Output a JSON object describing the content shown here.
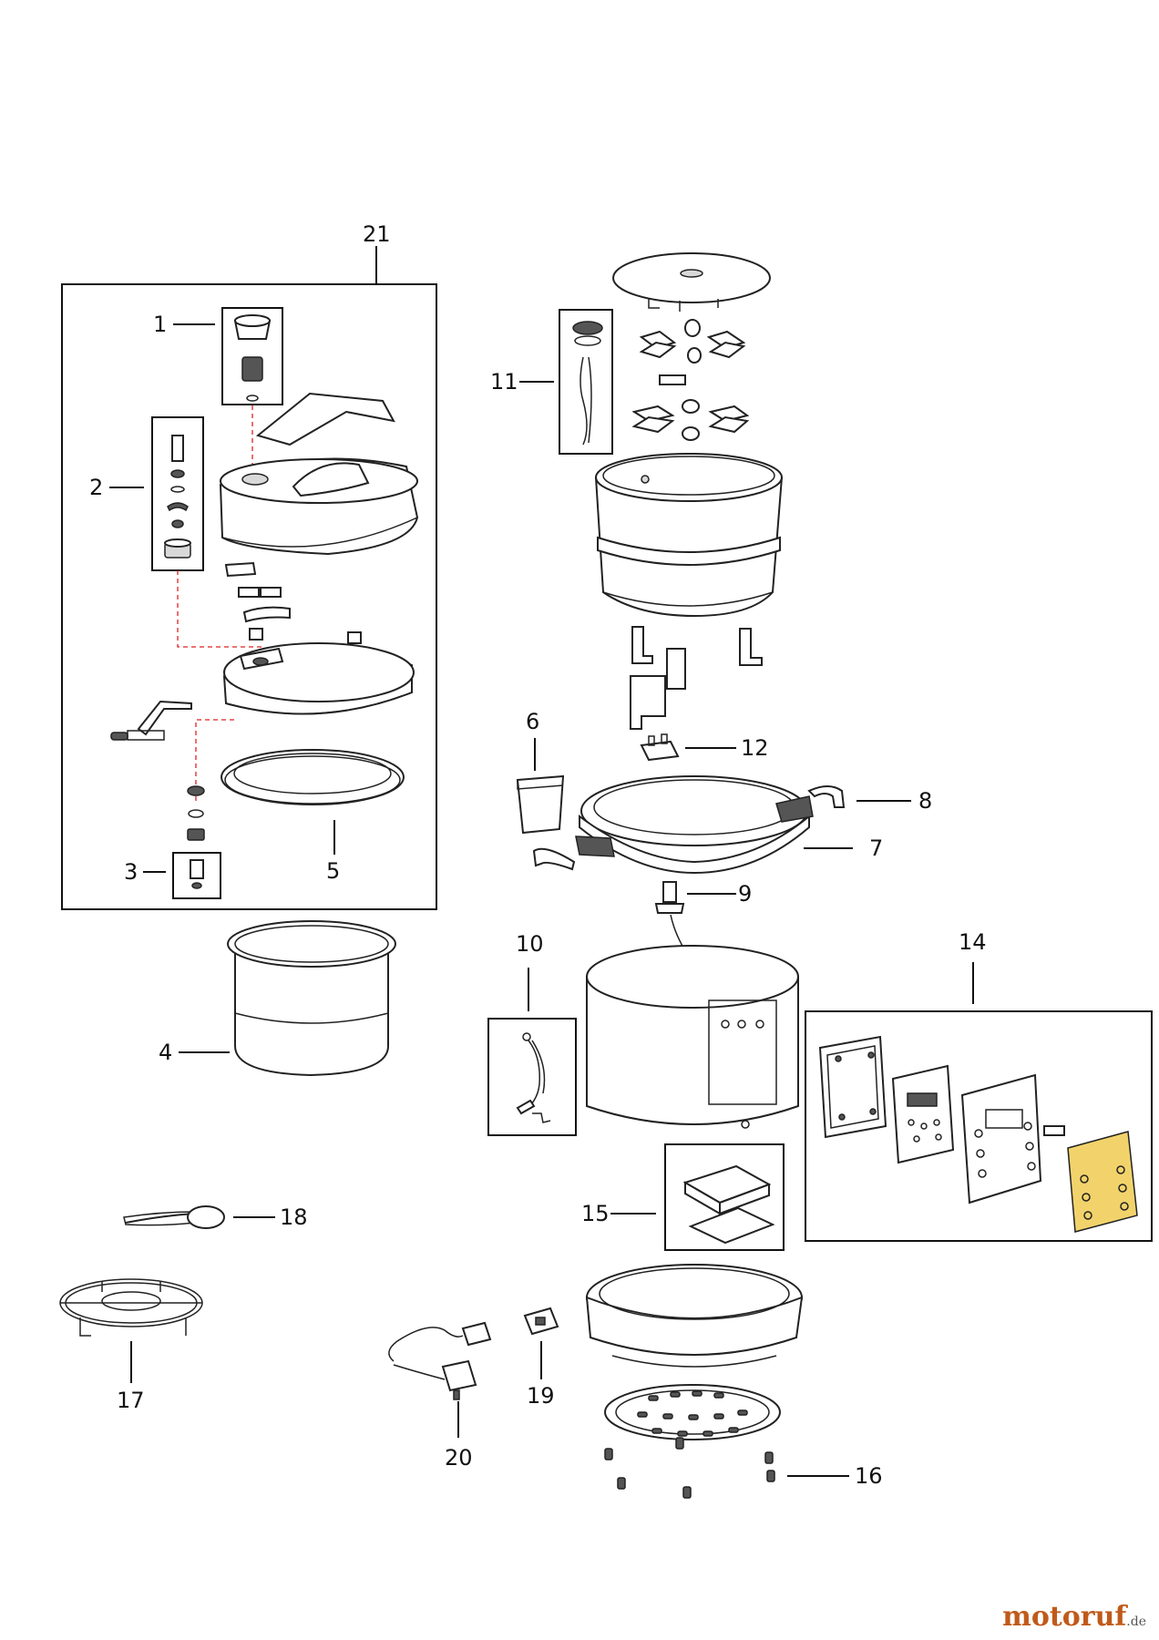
{
  "labels": {
    "l1": "1",
    "l2": "2",
    "l3": "3",
    "l4": "4",
    "l5": "5",
    "l6": "6",
    "l7": "7",
    "l8": "8",
    "l9": "9",
    "l10": "10",
    "l11": "11",
    "l12": "12",
    "l14": "14",
    "l15": "15",
    "l16": "16",
    "l17": "17",
    "l18": "18",
    "l19": "19",
    "l20": "20",
    "l21": "21"
  },
  "watermark": {
    "brand": "motoruf",
    "tld": ".de"
  },
  "colors": {
    "line": "#222222",
    "dashed_guide": "#dd2222",
    "accent_label": "#f2d36b",
    "watermark": "#c05a1a"
  }
}
